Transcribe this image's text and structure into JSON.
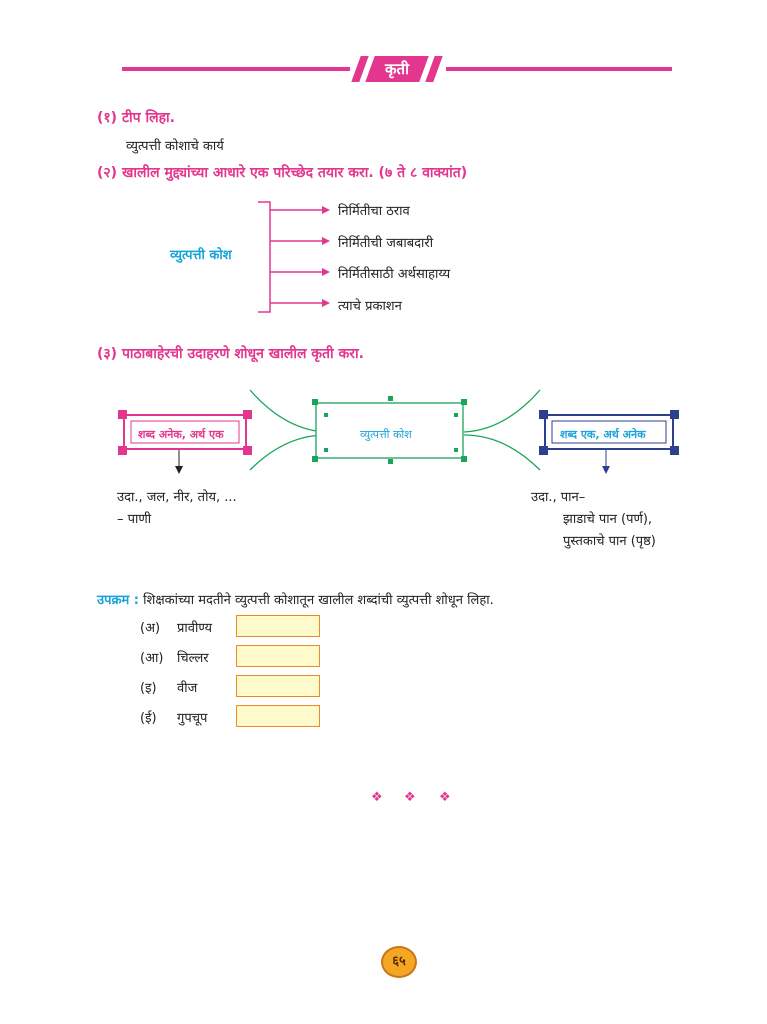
{
  "header": {
    "title": "कृती"
  },
  "q1": {
    "label": "(१) टीप लिहा.",
    "item": "व्युत्पत्ती कोशाचे कार्य"
  },
  "q2": {
    "label": "(२) खालील मुद्द्यांच्या आधारे एक परिच्छेद तयार करा. (७ ते ८ वाक्यांत)",
    "center": "व्युत्पत्ती कोश",
    "points": [
      "निर्मितीचा ठराव",
      "निर्मितीची जबाबदारी",
      "निर्मितीसाठी अर्थसाहाय्य",
      "त्याचे प्रकाशन"
    ]
  },
  "q3": {
    "label": "(३) पाठाबाहेरची उदाहरणे शोधून खालील कृती करा.",
    "center_box": "व्युत्पत्ती कोश",
    "left_box": "शब्द अनेक, अर्थ एक",
    "right_box": "शब्द एक, अर्थ अनेक",
    "left_example_line1": "उदा., जल, नीर, तोय, ...",
    "left_example_line2": "– पाणी",
    "right_example_line1": "उदा., पान–",
    "right_example_line2": "झाडाचे पान (पर्ण),",
    "right_example_line3": "पुस्तकाचे पान (पृष्ठ)"
  },
  "activity": {
    "label": "उपक्रम :",
    "text": "शिक्षकांच्या मदतीने व्युत्पत्ती कोशातून खालील शब्दांची व्युत्पत्ती शोधून लिहा.",
    "items": [
      {
        "marker": "(अ)",
        "word": "प्रावीण्य"
      },
      {
        "marker": "(आ)",
        "word": "चिल्लर"
      },
      {
        "marker": "(इ)",
        "word": "वीज"
      },
      {
        "marker": "(ई)",
        "word": "गुपचूप"
      }
    ]
  },
  "ornament": "❖",
  "page_number": "६५",
  "colors": {
    "accent_pink": "#e3378f",
    "accent_blue": "#1aa3d8",
    "green": "#19a55a",
    "navy": "#2d3f8f",
    "orange": "#f08a26"
  }
}
